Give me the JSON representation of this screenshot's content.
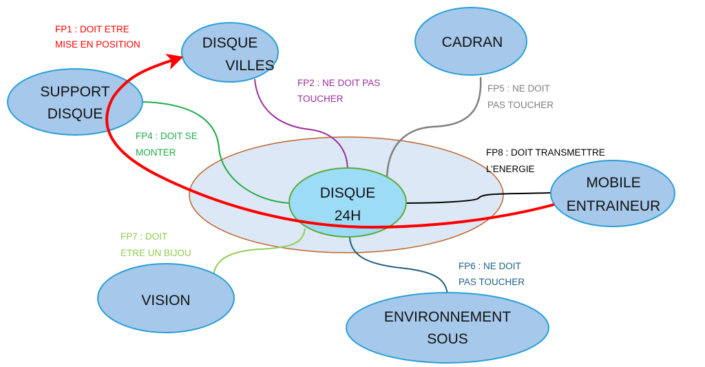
{
  "colors": {
    "node_fill": "#a6c8ea",
    "node_stroke": "#2a9fd6",
    "center_fill": "#9ddcf6",
    "center_stroke": "#5aaa3c",
    "boundary_fill": "#dce8f5",
    "boundary_stroke": "#c0622a",
    "fp1": "#ff0000",
    "fp2": "#9b2f9b",
    "fp4": "#1faa4a",
    "fp5": "#7f7f7f",
    "fp6": "#1f5f7f",
    "fp7": "#8fcc4f",
    "fp8": "#000000"
  },
  "nodes": {
    "disque_villes": [
      "DISQUE",
      "VILLES"
    ],
    "cadran": [
      "CADRAN"
    ],
    "support_disque": [
      "SUPPORT",
      "DISQUE"
    ],
    "disque_24h": [
      "DISQUE",
      "24H"
    ],
    "mobile_entraineur": [
      "MOBILE",
      "ENTRAINEUR"
    ],
    "vision": [
      "VISION"
    ],
    "environnement_sous": [
      "ENVIRONNEMENT",
      "SOUS"
    ]
  },
  "functions": {
    "fp1": [
      "FP1 : DOIT ETRE",
      "MISE EN POSITION"
    ],
    "fp2": [
      "FP2 : NE DOIT PAS",
      "TOUCHER"
    ],
    "fp4": [
      "FP4 : DOIT SE",
      "MONTER"
    ],
    "fp5": [
      "FP5 : NE DOIT",
      "PAS TOUCHER"
    ],
    "fp6": [
      "FP6 : NE DOIT",
      "PAS TOUCHER"
    ],
    "fp7": [
      "FP7 : DOIT",
      "ETRE UN BIJOU"
    ],
    "fp8": [
      "FP8 : DOIT TRANSMETTRE",
      "L’ENERGIE"
    ]
  }
}
